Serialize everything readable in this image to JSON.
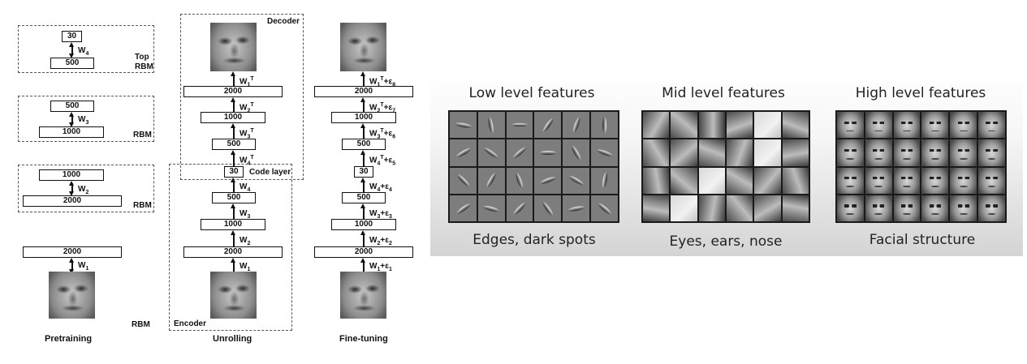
{
  "pretraining": {
    "caption": "Pretraining",
    "rbm_top": {
      "label1": "Top",
      "label2": "RBM",
      "hidden": "30",
      "visible": "500",
      "weight": "W",
      "weight_sub": "4"
    },
    "rbm_3": {
      "label": "RBM",
      "hidden": "500",
      "visible": "1000",
      "weight": "W",
      "weight_sub": "3"
    },
    "rbm_2": {
      "label": "RBM",
      "hidden": "1000",
      "visible": "2000",
      "weight": "W",
      "weight_sub": "2"
    },
    "rbm_1": {
      "label": "RBM",
      "hidden": "2000",
      "weight": "W",
      "weight_sub": "1"
    }
  },
  "unrolling": {
    "caption": "Unrolling",
    "decoder_label": "Decoder",
    "encoder_label": "Encoder",
    "code_layer_label": "Code layer",
    "layers": {
      "d2000": "2000",
      "d1000": "1000",
      "d500": "500",
      "code": "30",
      "e500": "500",
      "e1000": "1000",
      "e2000": "2000"
    },
    "weights": {
      "d1": {
        "w": "W",
        "sub": "1",
        "sup": "T"
      },
      "d2": {
        "w": "W",
        "sub": "2",
        "sup": "T"
      },
      "d3": {
        "w": "W",
        "sub": "3",
        "sup": "T"
      },
      "d4": {
        "w": "W",
        "sub": "4",
        "sup": "T"
      },
      "e4": {
        "w": "W",
        "sub": "4"
      },
      "e3": {
        "w": "W",
        "sub": "3"
      },
      "e2": {
        "w": "W",
        "sub": "2"
      },
      "e1": {
        "w": "W",
        "sub": "1"
      }
    }
  },
  "finetuning": {
    "caption": "Fine-tuning",
    "layers": {
      "d2000": "2000",
      "d1000": "1000",
      "d500": "500",
      "code": "30",
      "e500": "500",
      "e1000": "1000",
      "e2000": "2000"
    },
    "weights": {
      "w8": {
        "w": "W",
        "sub": "1",
        "sup": "T",
        "eps": "+ε",
        "esub": "8"
      },
      "w7": {
        "w": "W",
        "sub": "2",
        "sup": "T",
        "eps": "+ε",
        "esub": "7"
      },
      "w6": {
        "w": "W",
        "sub": "3",
        "sup": "T",
        "eps": "+ε",
        "esub": "6"
      },
      "w5": {
        "w": "W",
        "sub": "4",
        "sup": "T",
        "eps": "+ε",
        "esub": "5"
      },
      "w4": {
        "w": "W",
        "sub": "4",
        "eps": "+ε",
        "esub": "4"
      },
      "w3": {
        "w": "W",
        "sub": "3",
        "eps": "+ε",
        "esub": "3"
      },
      "w2": {
        "w": "W",
        "sub": "2",
        "eps": "+ε",
        "esub": "2"
      },
      "w1": {
        "w": "W",
        "sub": "1",
        "eps": "+ε",
        "esub": "1"
      }
    }
  },
  "features": {
    "low": {
      "title": "Low level features",
      "caption": "Edges, dark spots"
    },
    "mid": {
      "title": "Mid level features",
      "caption": "Eyes, ears, nose"
    },
    "high": {
      "title": "High level features",
      "caption": "Facial structure"
    }
  }
}
